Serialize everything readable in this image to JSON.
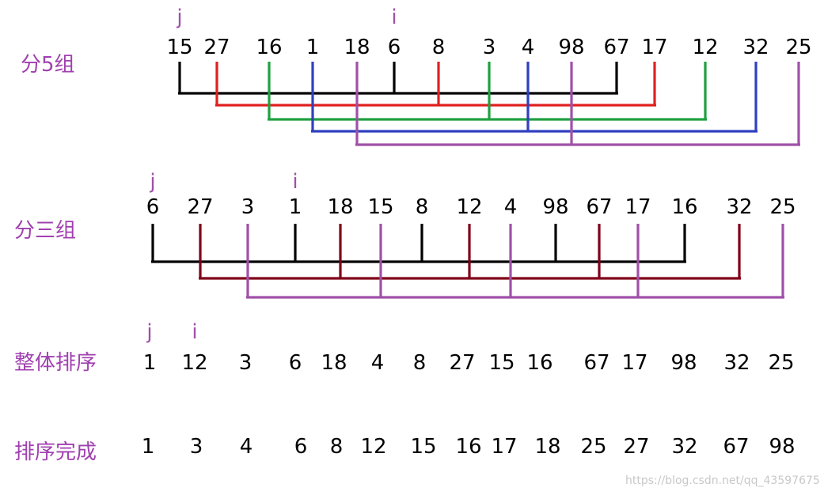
{
  "colors": {
    "label": "#a040b0",
    "pointer": "#a050a8",
    "black": "#000000",
    "red": "#e02020",
    "green": "#20a040",
    "blue": "#3040c0",
    "purple": "#a050a8",
    "darkred": "#800018"
  },
  "rows": [
    {
      "label": "分5组",
      "pointers": [
        {
          "name": "j",
          "index": 0
        },
        {
          "name": "i",
          "index": 5
        }
      ],
      "numbers": [
        "15",
        "27",
        "16",
        "1",
        "18",
        "6",
        "8",
        "3",
        "4",
        "98",
        "67",
        "17",
        "12",
        "32",
        "25"
      ]
    },
    {
      "label": "分三组",
      "pointers": [
        {
          "name": "j",
          "index": 0
        },
        {
          "name": "i",
          "index": 3
        }
      ],
      "numbers": [
        "6",
        "27",
        "3",
        "1",
        "18",
        "15",
        "8",
        "12",
        "4",
        "98",
        "67",
        "17",
        "16",
        "32",
        "25"
      ]
    },
    {
      "label": "整体排序",
      "pointers": [
        {
          "name": "j",
          "index": 0
        },
        {
          "name": "i",
          "index": 1
        }
      ],
      "numbers": [
        "1",
        "12",
        "3",
        "6",
        "18",
        "4",
        "8",
        "27",
        "15",
        "16",
        "67",
        "17",
        "98",
        "32",
        "25"
      ]
    },
    {
      "label": "排序完成",
      "pointers": [],
      "numbers": [
        "1",
        "3",
        "4",
        "6",
        "8",
        "12",
        "15",
        "16",
        "17",
        "18",
        "25",
        "27",
        "32",
        "67",
        "98"
      ]
    }
  ],
  "groups_row1": [
    {
      "color": "black",
      "members": [
        0,
        5,
        10
      ]
    },
    {
      "color": "red",
      "members": [
        1,
        6,
        11
      ]
    },
    {
      "color": "green",
      "members": [
        2,
        7,
        12
      ]
    },
    {
      "color": "blue",
      "members": [
        3,
        8,
        13
      ]
    },
    {
      "color": "purple",
      "members": [
        4,
        9,
        14
      ]
    }
  ],
  "groups_row2": [
    {
      "color": "black",
      "members": [
        0,
        3,
        6,
        9,
        12
      ]
    },
    {
      "color": "darkred",
      "members": [
        1,
        4,
        7,
        10,
        13
      ]
    },
    {
      "color": "purple",
      "members": [
        2,
        5,
        8,
        11,
        14
      ]
    }
  ],
  "watermark": "https://blog.csdn.net/qq_43597675"
}
